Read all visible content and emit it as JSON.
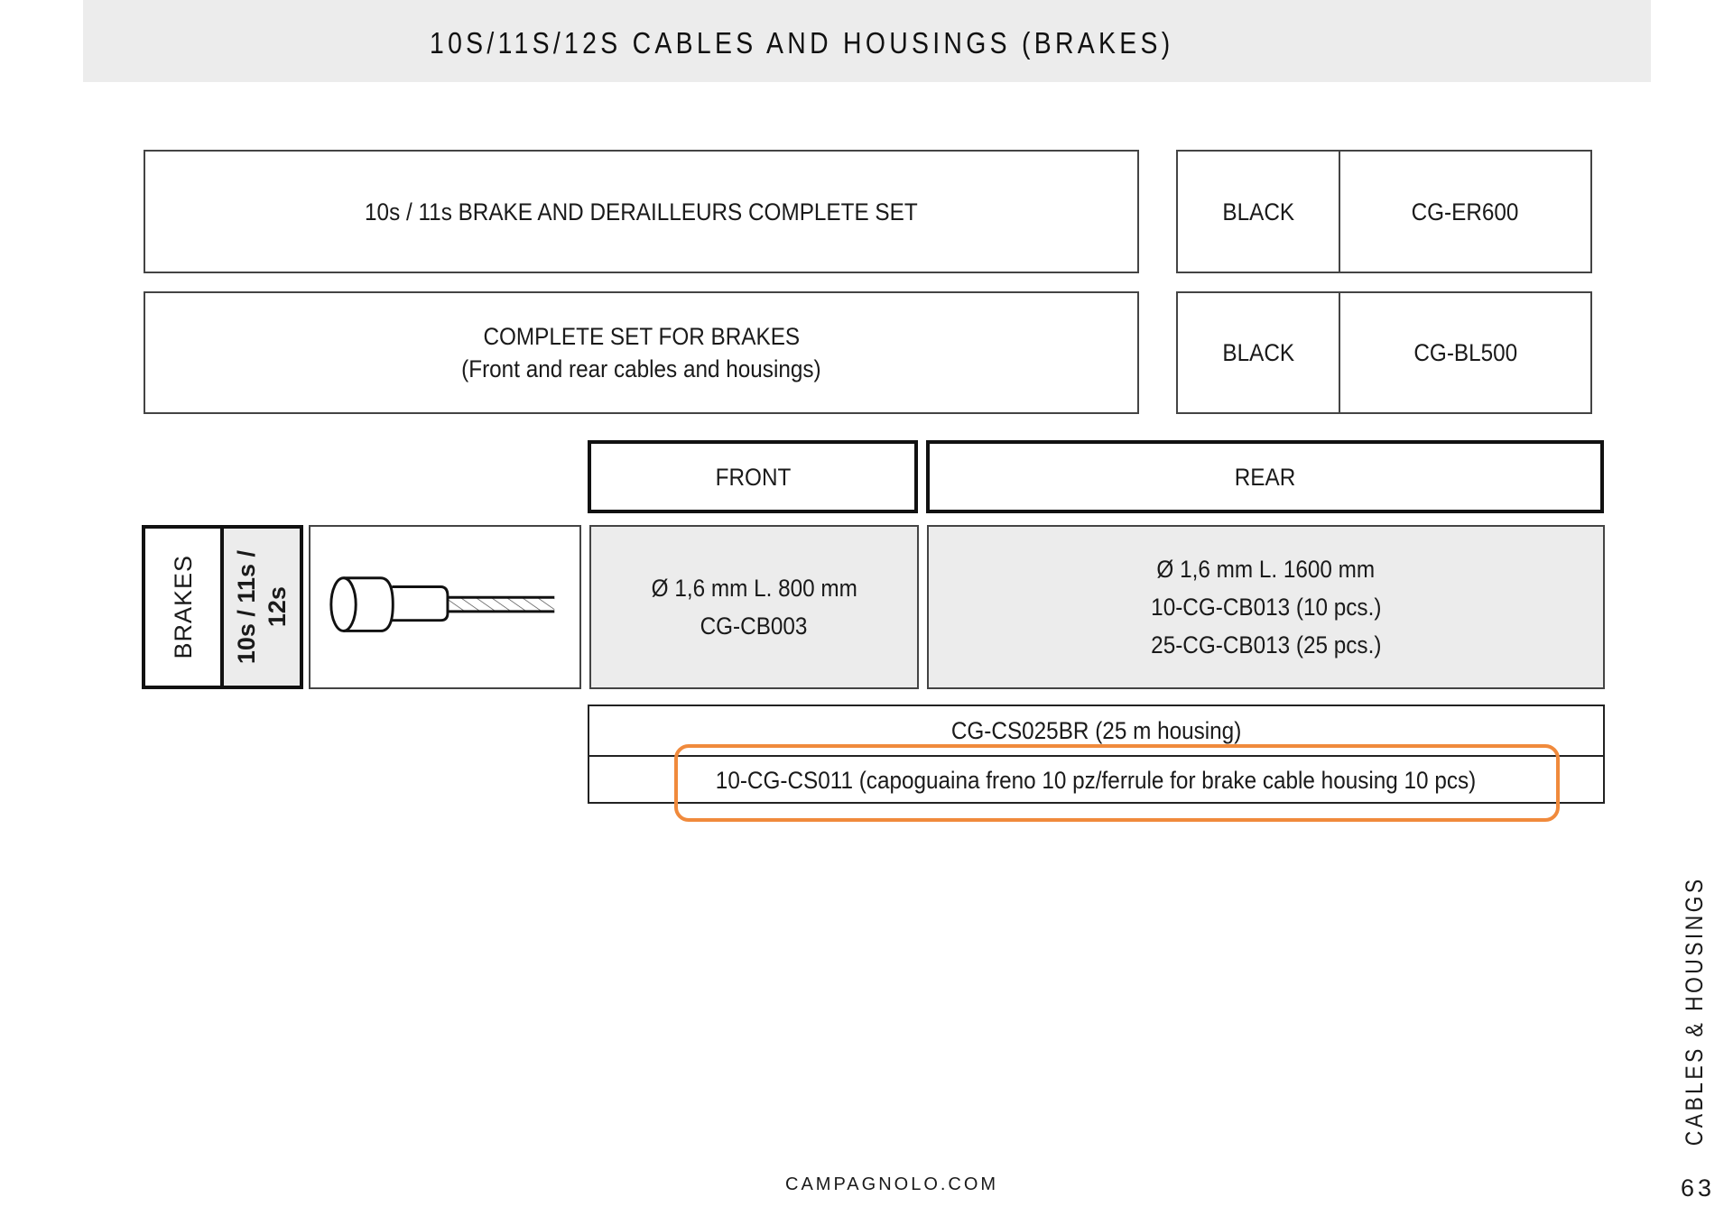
{
  "header": {
    "title": "10S/11S/12S  CABLES AND HOUSINGS (BRAKES)",
    "background": "#ececec"
  },
  "sets": [
    {
      "description": "10s / 11s BRAKE AND DERAILLEURS COMPLETE SET",
      "description_line2": "",
      "color": "BLACK",
      "code": "CG-ER600"
    },
    {
      "description": "COMPLETE SET FOR BRAKES",
      "description_line2": "(Front and rear cables and housings)",
      "color": "BLACK",
      "code": "CG-BL500"
    }
  ],
  "cables": {
    "category_label": "BRAKES",
    "speeds_label_line1": "10s / 11s /",
    "speeds_label_line2": "12s",
    "image_icon": "brake-cable-icon",
    "columns": [
      {
        "header": "FRONT",
        "lines": [
          "Ø 1,6 mm  L. 800 mm",
          "CG-CB003"
        ]
      },
      {
        "header": "REAR",
        "lines": [
          "Ø 1,6 mm  L. 1600 mm",
          "10-CG-CB013 (10 pcs.)",
          "25-CG-CB013 (25 pcs.)"
        ]
      }
    ]
  },
  "housings": [
    "CG-CS025BR  (25 m housing)",
    "10-CG-CS011 (capoguaina freno 10 pz/ferrule for brake cable housing 10 pcs)"
  ],
  "highlight_color": "#f08a3c",
  "side_tab": "CABLES & HOUSINGS",
  "page_number": "63",
  "footer": "CAMPAGNOLO.COM"
}
